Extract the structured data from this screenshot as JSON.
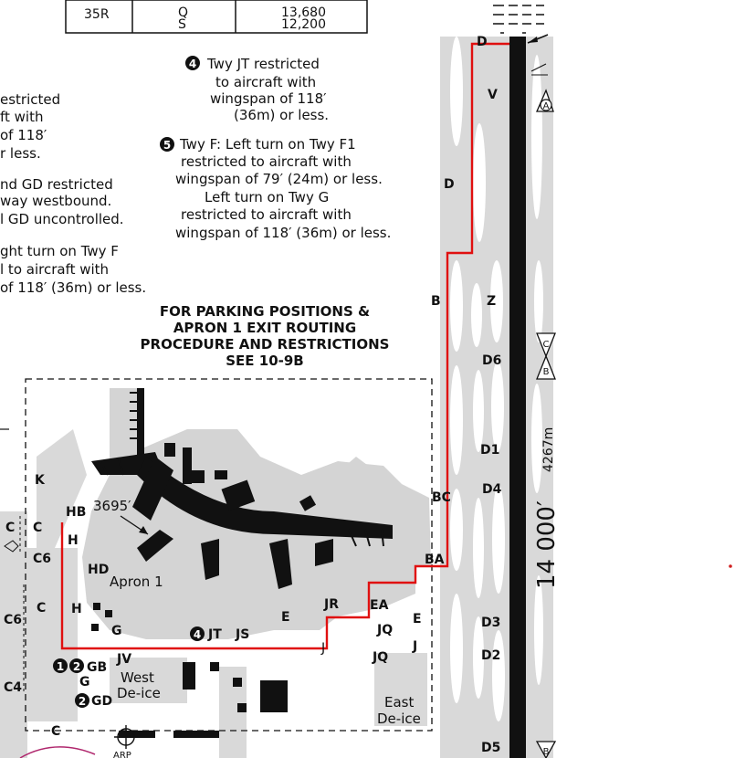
{
  "table": {
    "rows": [
      {
        "runway": "35R",
        "cat1": "Q",
        "cat2": "S",
        "val1": "13,680",
        "val2": "12,200"
      }
    ]
  },
  "notes": {
    "note4": {
      "badge": "4",
      "lines": [
        "Twy JT restricted",
        "to aircraft with",
        "wingspan of 118′",
        "(36m) or less."
      ]
    },
    "note5": {
      "badge": "5",
      "lines": [
        "Twy F: Left turn on Twy F1",
        "restricted to aircraft with",
        "wingspan of 79′  (24m) or less.",
        "Left turn on Twy G",
        "restricted to aircraft with",
        "wingspan of 118′  (36m) or less."
      ]
    },
    "left_cut": [
      "estricted",
      "ft with",
      "of 118′",
      "r less.",
      "nd GD restricted",
      "way westbound.",
      "l GD uncontrolled.",
      "ght turn on Twy F",
      "l to aircraft with",
      "of 118′  (36m) or less."
    ]
  },
  "parking": {
    "lines": [
      "FOR PARKING POSITIONS &",
      "APRON 1 EXIT ROUTING",
      "PROCEDURE AND RESTRICTIONS",
      "SEE 10-9B"
    ]
  },
  "runway": {
    "length": "14 000′",
    "metric": "4267m"
  },
  "labels": {
    "D_top": "D",
    "V": "V",
    "D_mid": "D",
    "B": "B",
    "Z": "Z",
    "D6": "D6",
    "D1": "D1",
    "D4": "D4",
    "BC": "BC",
    "BA": "BA",
    "EA": "EA",
    "E_r": "E",
    "JR": "JR",
    "JQ1": "JQ",
    "JQ2": "JQ",
    "J_r": "J",
    "D3": "D3",
    "D2": "D2",
    "D5": "D5",
    "E_mid": "E",
    "J_mid": "J",
    "K": "K",
    "HB": "HB",
    "H1": "H",
    "C1": "C",
    "C2": "C",
    "C6a": "C6",
    "HD": "HD",
    "C3": "C",
    "H2": "H",
    "C6b": "C6",
    "G1": "G",
    "C4": "C4",
    "G2": "G",
    "C5": "C",
    "dist": "3695′",
    "apron": "Apron 1",
    "JT": "JT",
    "JS": "JS",
    "JV": "JV",
    "GB": "GB",
    "GD": "GD",
    "west1": "West",
    "west2": "De-ice",
    "east1": "East",
    "east2": "De-ice",
    "arp": "ARP"
  },
  "badges": {
    "jt": "4",
    "gb1": "1",
    "gb2": "2",
    "gd": "2"
  },
  "symbols": {
    "A": "A",
    "C": "C",
    "B": "B",
    "B2": "B"
  }
}
